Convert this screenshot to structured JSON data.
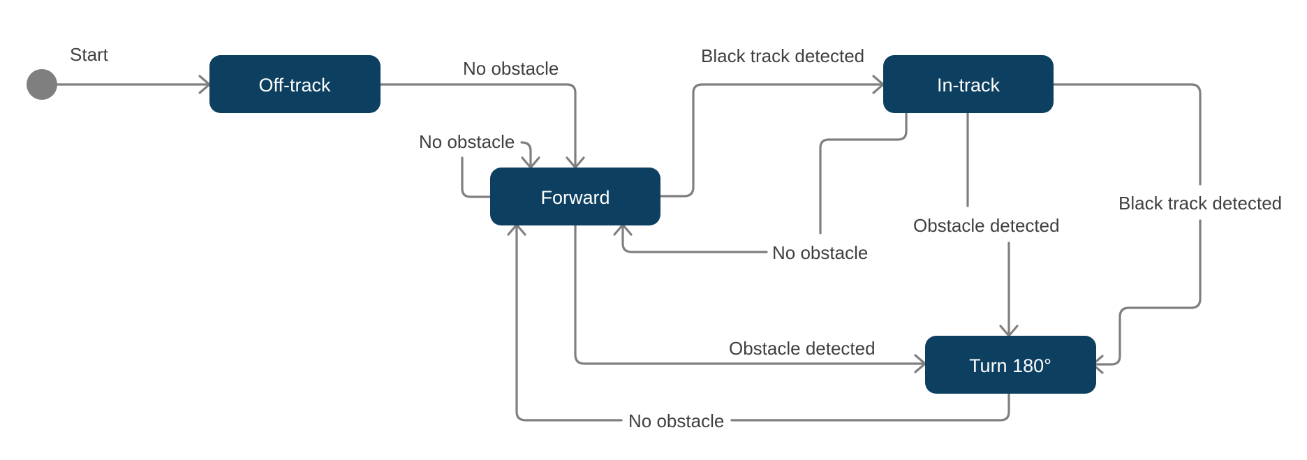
{
  "diagram": {
    "type": "state-machine",
    "colors": {
      "node_fill": "#0c3f60",
      "node_text": "#ffffff",
      "edge": "#7f7f7f",
      "label_text": "#3f3f3f"
    },
    "start_label": "Start",
    "states": {
      "off_track": "Off-track",
      "forward": "Forward",
      "in_track": "In-track",
      "turn180": "Turn 180°"
    },
    "transitions": {
      "start_to_off": "Start",
      "off_to_forward": "No obstacle",
      "forward_self": "No obstacle",
      "forward_to_in": "Black track detected",
      "in_to_forward": "No obstacle",
      "in_to_turn_obstacle": "Obstacle detected",
      "in_to_turn_black": "Black track detected",
      "forward_to_turn": "Obstacle detected",
      "turn_to_forward": "No obstacle"
    }
  }
}
